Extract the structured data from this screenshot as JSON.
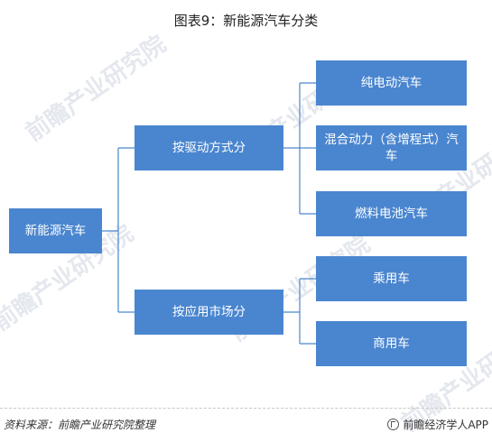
{
  "title": "图表9：新能源汽车分类",
  "nodes": {
    "root": "新能源汽车",
    "drive": "按驱动方式分",
    "market": "按应用市场分",
    "bev": "纯电动汽车",
    "hybrid": "混合动力（含增程式）汽车",
    "fcev": "燃料电池汽车",
    "passenger": "乘用车",
    "commercial": "商用车"
  },
  "footer": {
    "source": "资料来源：前瞻产业研究院整理",
    "brand": "前瞻经济学人APP"
  },
  "watermark": "前瞻产业研究院",
  "colors": {
    "node": "#4a86cf",
    "connector": "#4a86cf"
  }
}
